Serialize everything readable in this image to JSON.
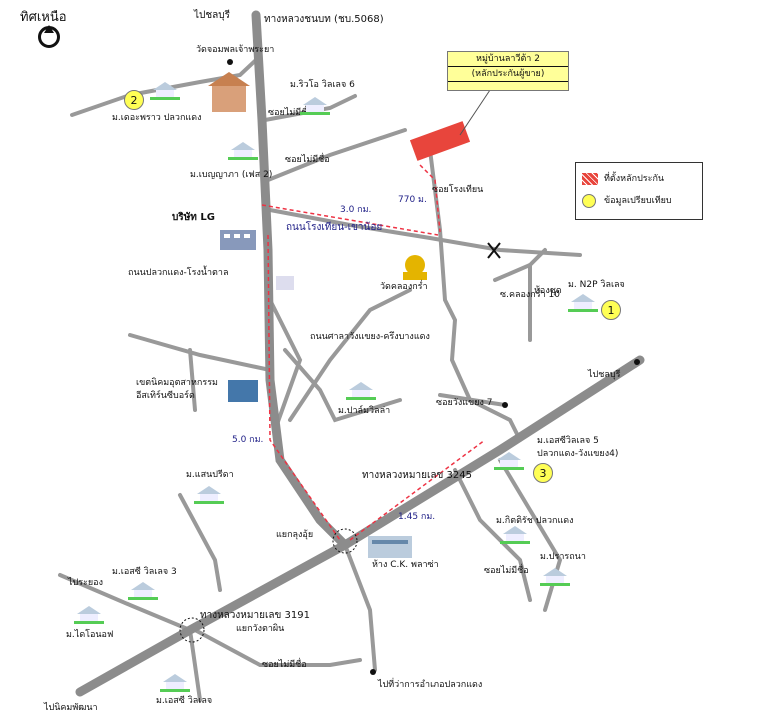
{
  "north_label": "ทิศเหนือ",
  "project": {
    "line1": "หมู่บ้านลาวีต้า 2",
    "line2": "(หลักประกันผู้ขาย)"
  },
  "legend": {
    "collateral": "ที่ตั้งหลักประกัน",
    "comparable": "ข้อมูลเปรียบเทียบ"
  },
  "colors": {
    "road": "#999999",
    "main_road": "#8c8c8c",
    "route_marker": "#ee3344",
    "collateral": "#e8453c",
    "callout_bg": "#ffff99",
    "comparable_marker": "#ffff55"
  },
  "comparables": [
    {
      "num": "1",
      "name": "ม. N2P วิลเลจ"
    },
    {
      "num": "2",
      "name": "ม.เดอะพราว ปลวกแดง"
    },
    {
      "num": "3",
      "name": "ม.เอสซีวิลเลจ 5",
      "sub": "ปลวกแดง-วังแขยง4)"
    }
  ],
  "labels": {
    "to_pluak_daeng_top": "ไปชลบุรี",
    "road_kb5068": "ทางหลวงชนบท (ชบ.5068)",
    "wat_chom_phon": "วัดจอมพลเจ้าพระยา",
    "rio_village": "ม.ริวโอ วิลเลจ 6",
    "soi_mai_mi_chue_1": "ซอยไม่มีชื่อ",
    "soi_mai_mi_chue_2": "ซอยไม่มีชื่อ",
    "benyapha": "ม.เบญญาภา (เฟส 2)",
    "lg_company": "บริษัท LG",
    "dist_3km": "3.0 กม.",
    "dist_770m": "770 ม.",
    "road_rongkhian": "ถนนโรงเทียน-เขาน้อย",
    "soi_rongkhian": "ซอยโรงเทียน",
    "wat_khlong_kra": "วัดคลองกร่ำ",
    "road_pluak_daeng_sugar": "ถนนปลวกแดง-โรงน้ำตาล",
    "soi_khlong_kra_10": "ซ.คลองกร่ำ 10",
    "headquarters": "ห้องชุด",
    "road_wang_khayaeng": "ถนนศาลาวังแขยง-ครึงบางแดง",
    "eastern_seaboard_1": "เขตนิคมอุตสาหกรรม",
    "eastern_seaboard_2": "อีสเทิร์นซีบอร์ด",
    "pa_lom_villa": "ม.ปาล์มวิลล่า",
    "soi_wang_khayaeng_7": "ซอยวังแขยง 7",
    "to_chonburi_right": "ไปชลบุรี",
    "dist_5km": "5.0 กม.",
    "road_3245": "ทางหลวงหมายเลข 3245",
    "dist_145km": "1.45 กม.",
    "mansawika": "ม.แสนปรีดา",
    "junction_lung_ui": "แยกลุงอุ้ย",
    "ck_plaza": "ห้าง C.K. พลาซ่า",
    "kittirot": "ม.กิตติรัช ปลวกแดง",
    "prasamna": "ม.ปรารถนา",
    "soi_mai_mi_chue_3": "ซอยไม่มีชื่อ",
    "sc_village_3": "ม.เอสซี วิลเลจ 3",
    "to_rayong": "ไประยอง",
    "road_3191": "ทางหลวงหมายเลข 3191",
    "dalone_off": "ม.ไดโอนอฟ",
    "junction_wang_ta_phin": "แยกวังตาผิน",
    "soi_mai_mi_chue_4": "ซอยไม่มีชื่อ",
    "sc_village": "ม.เอสซี วิลเลจ",
    "to_nikhom_phatthana": "ไปนิคมพัฒนา",
    "to_district_office": "ไปที่ว่าการอำเภอปลวกแดง"
  }
}
